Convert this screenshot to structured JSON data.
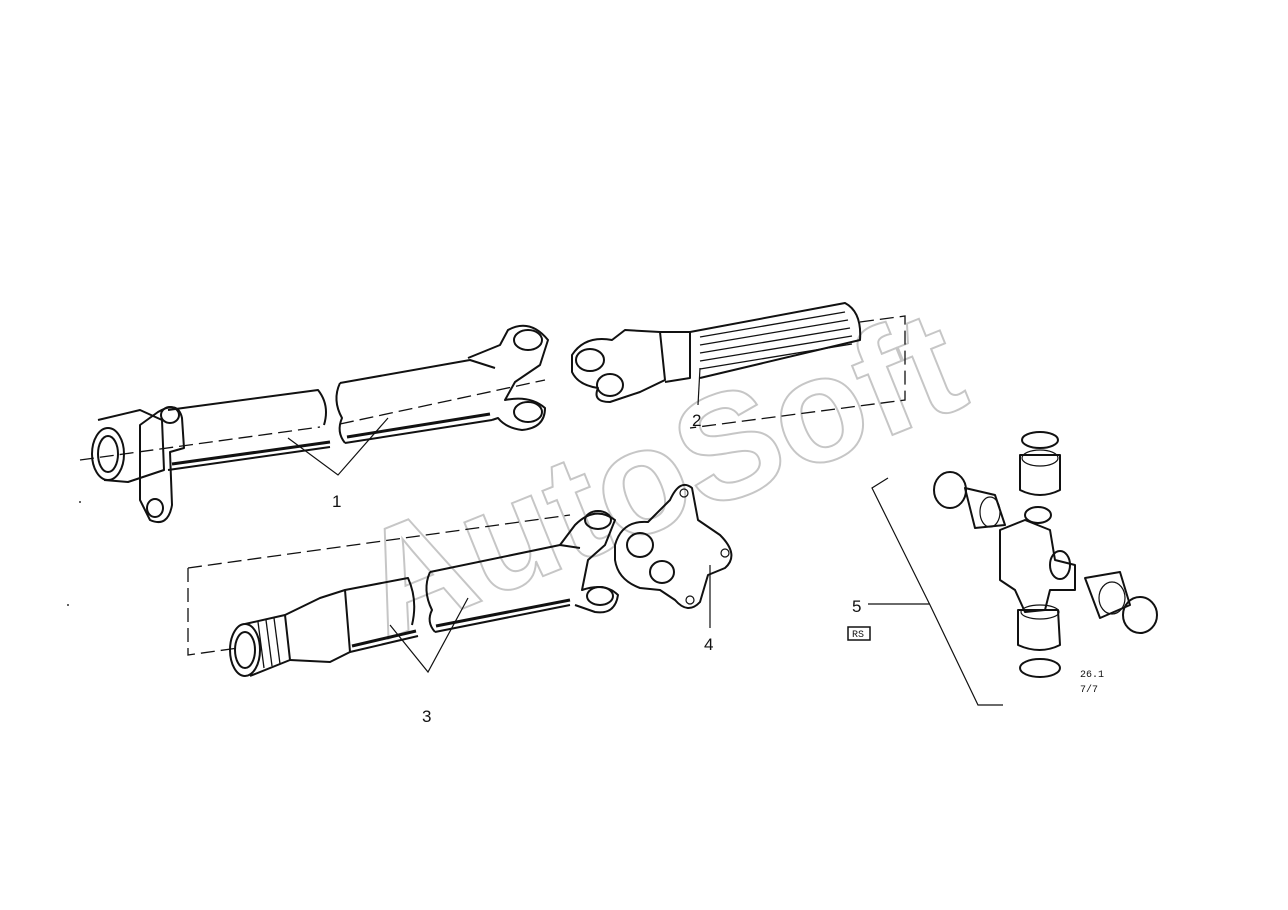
{
  "watermark": "AutoSoft",
  "callouts": {
    "c1": "1",
    "c2": "2",
    "c3": "3",
    "c4": "4",
    "c5": "5"
  },
  "badge": "RS",
  "ref_code": "26.1",
  "ref_page": "7/7"
}
